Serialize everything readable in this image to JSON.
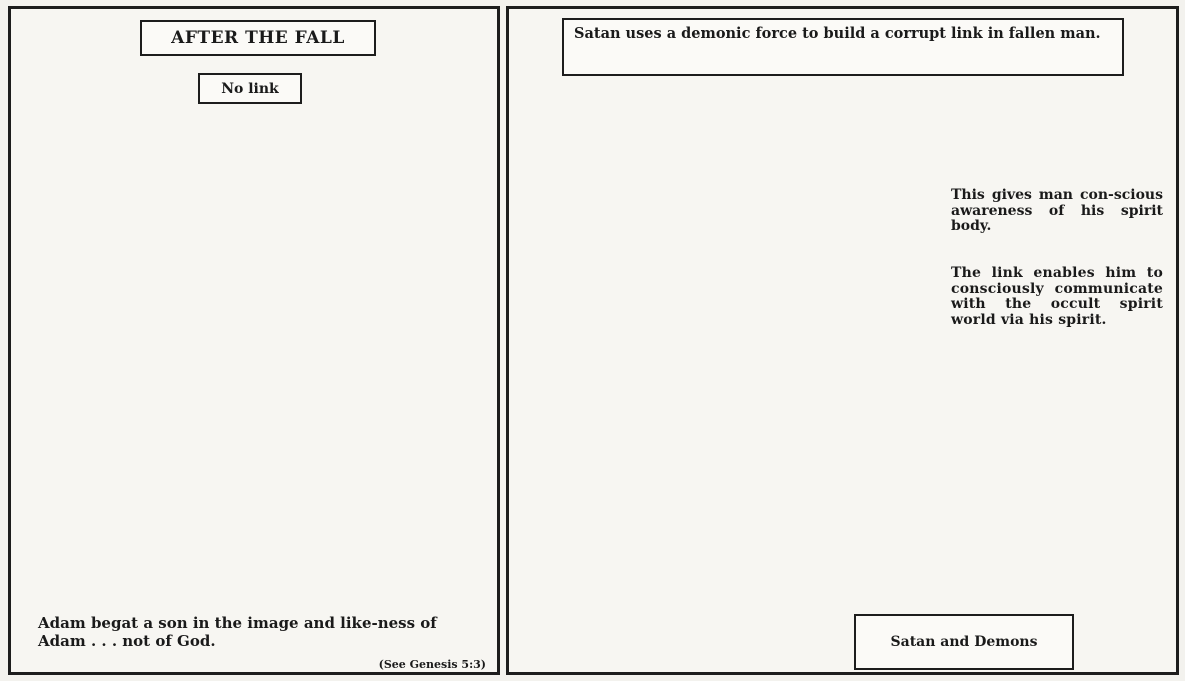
{
  "left_panel": {
    "title": "AFTER THE FALL",
    "link_label": "No link",
    "caption": "Adam begat a son in the image and like-ness of Adam . . . not of God.",
    "reference": "(See Genesis 5:3)"
  },
  "right_panel": {
    "header": "Satan uses a demonic force to build a corrupt link in fallen man.",
    "note_1": "This gives man con-scious awareness of his spirit body.",
    "note_2": "The link enables him to consciously communicate with the occult spirit world via his spirit.",
    "satan_label": "Satan and Demons"
  },
  "colors": {
    "ink": "#1d1d1d",
    "paper": "#f7f6f2",
    "shade": "#b9b7b2"
  }
}
